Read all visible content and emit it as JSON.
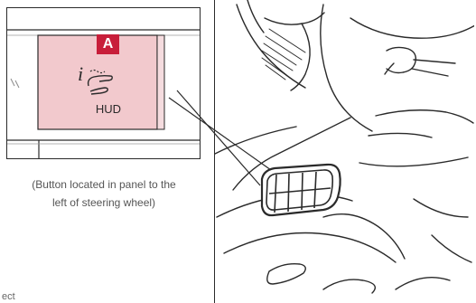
{
  "callout": {
    "letter": "A"
  },
  "button": {
    "label": "HUD",
    "icon": "info-hand-icon"
  },
  "caption": {
    "line1": "(Button located in panel to the",
    "line2": "left of steering wheel)"
  },
  "cut_text": "ect",
  "colors": {
    "panel_fill": "#f2c9cd",
    "callout_fill": "#c81e3a",
    "stroke": "#2a2a2a"
  }
}
